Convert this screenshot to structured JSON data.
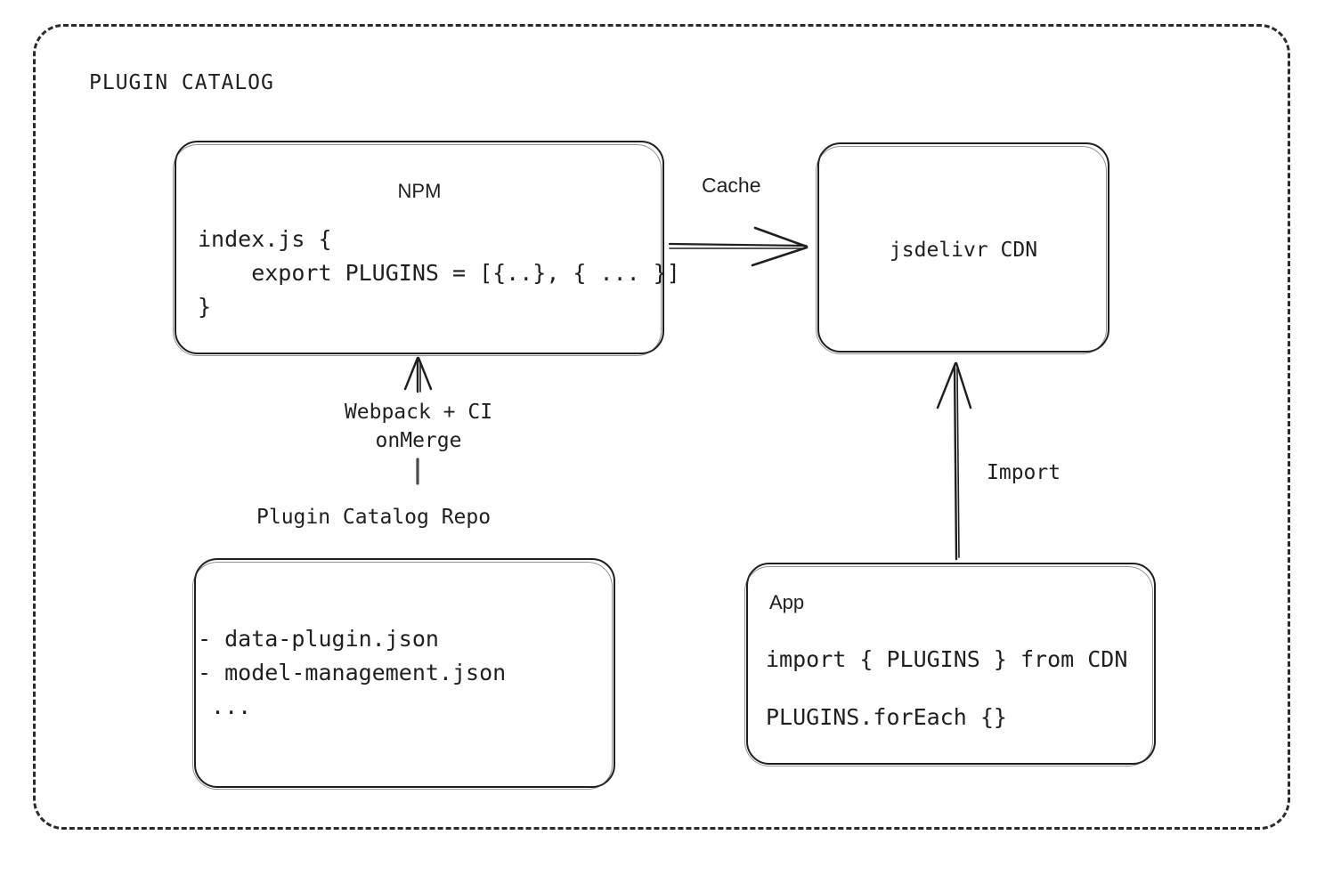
{
  "frame": {
    "title": "PLUGIN CATALOG",
    "border_style": "dashed",
    "color": "#2b2b2b"
  },
  "nodes": {
    "npm": {
      "title": "NPM",
      "code_line_1": "index.js {",
      "code_line_2": "    export PLUGINS = [{..}, { ... }]",
      "code_line_3": "}"
    },
    "cdn": {
      "label": "jsdelivr CDN"
    },
    "repo": {
      "external_label": "Plugin Catalog Repo",
      "item_1": "- data-plugin.json",
      "item_2": "- model-management.json",
      "item_3": " ..."
    },
    "app": {
      "title": "App",
      "code_line_1": "import { PLUGINS } from CDN",
      "code_line_2": "PLUGINS.forEach {}"
    }
  },
  "edges": {
    "cache": {
      "label": "Cache",
      "from": "npm",
      "to": "cdn",
      "direction": "right"
    },
    "build": {
      "label_line_1": "Webpack + CI",
      "label_line_2": "onMerge",
      "from": "repo",
      "to": "npm",
      "direction": "up"
    },
    "import": {
      "label": "Import",
      "from": "app",
      "to": "cdn",
      "direction": "up"
    }
  },
  "colors": {
    "stroke": "#1f1f1f",
    "background": "#ffffff"
  }
}
